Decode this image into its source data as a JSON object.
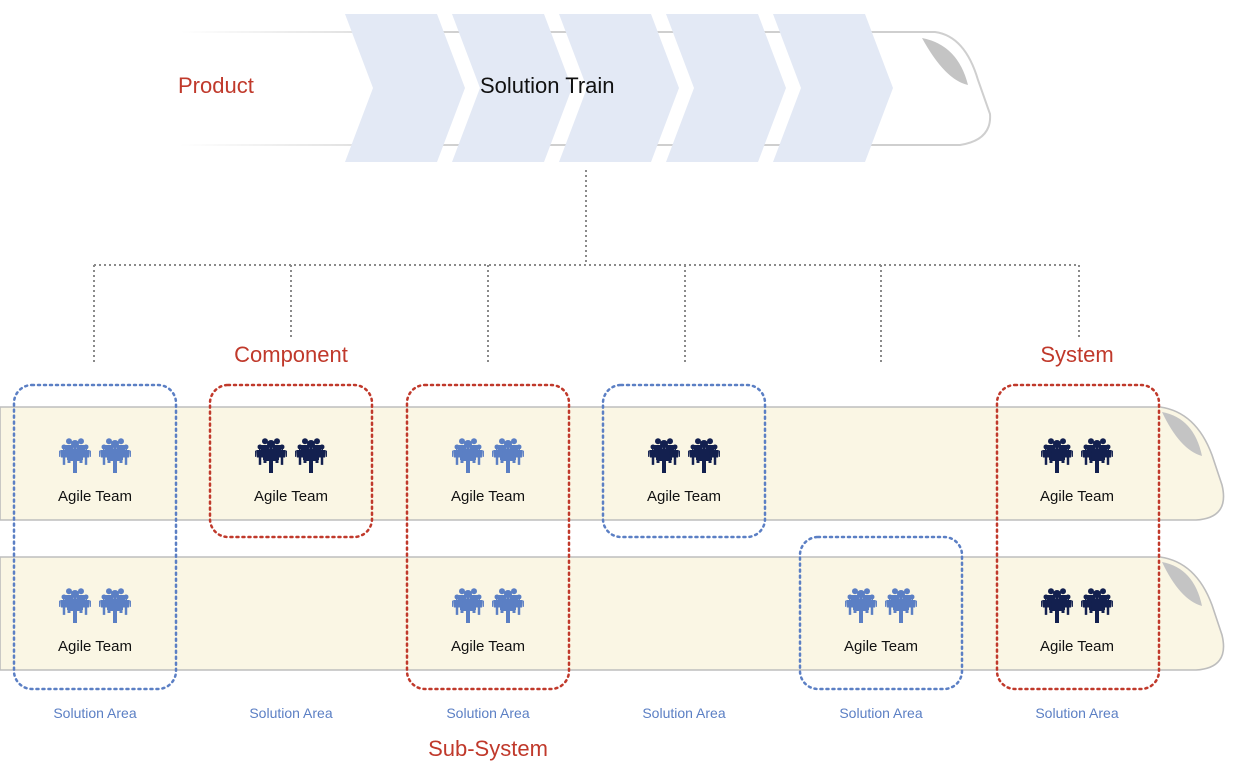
{
  "title": {
    "product": "Product",
    "train": "Solution Train"
  },
  "groups": {
    "component": "Component",
    "system": "System",
    "subsystem": "Sub-System"
  },
  "team_label": "Agile Team",
  "area_label": "Solution Area",
  "colors": {
    "red_label": "#c0392b",
    "light_team": "#5b7fc4",
    "dark_team": "#13204f",
    "chevron": "#e3e9f5",
    "rail_fill": "#faf6e4",
    "blue_dotted": "#5b7fc4",
    "red_dotted": "#c0392b",
    "connector": "#8a8a8a"
  },
  "columns": [
    {
      "area": "Solution Area",
      "row1": "light",
      "row2": "light"
    },
    {
      "area": "Solution Area",
      "row1": "dark",
      "row2": null
    },
    {
      "area": "Solution Area",
      "row1": "light",
      "row2": "light"
    },
    {
      "area": "Solution Area",
      "row1": "dark",
      "row2": null
    },
    {
      "area": "Solution Area",
      "row1": null,
      "row2": "light"
    },
    {
      "area": "Solution Area",
      "row1": "dark",
      "row2": "dark"
    }
  ]
}
